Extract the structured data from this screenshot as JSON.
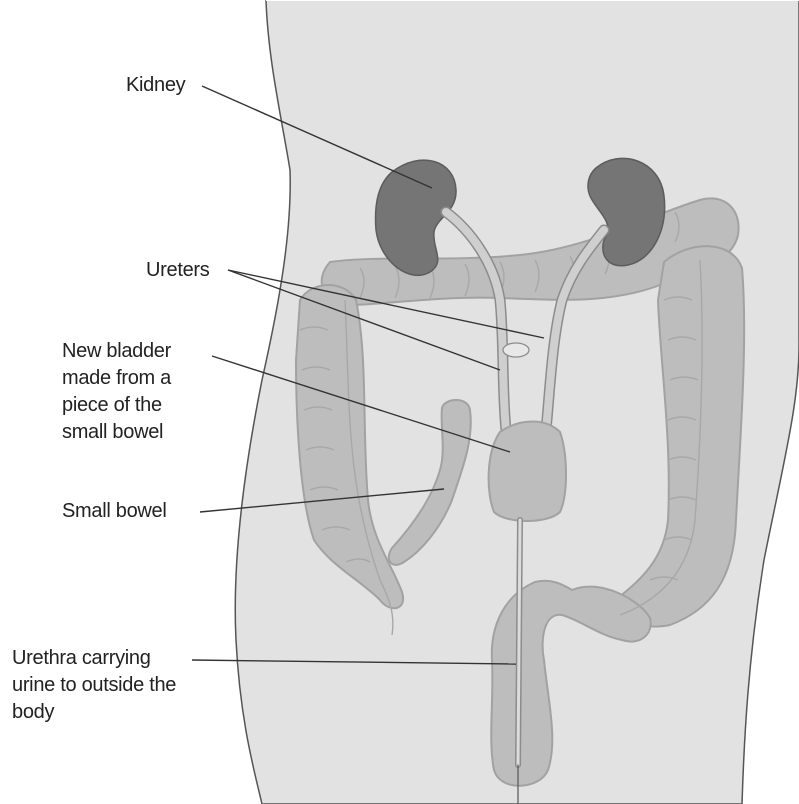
{
  "labels": {
    "kidney": "Kidney",
    "ureters": "Ureters",
    "new_bladder": [
      "New bladder",
      "made from a",
      "piece of the",
      "small bowel"
    ],
    "small_bowel": "Small bowel",
    "urethra": [
      "Urethra carrying",
      "urine to outside the",
      "body"
    ]
  },
  "colors": {
    "body": "#e2e2e2",
    "body_outline": "#555555",
    "bowel": "#bdbdbd",
    "bowel_outline": "#a2a2a2",
    "kidney": "#757575",
    "ureter": "#cfcfcf",
    "leader_line": "#333333",
    "text": "#222222"
  }
}
